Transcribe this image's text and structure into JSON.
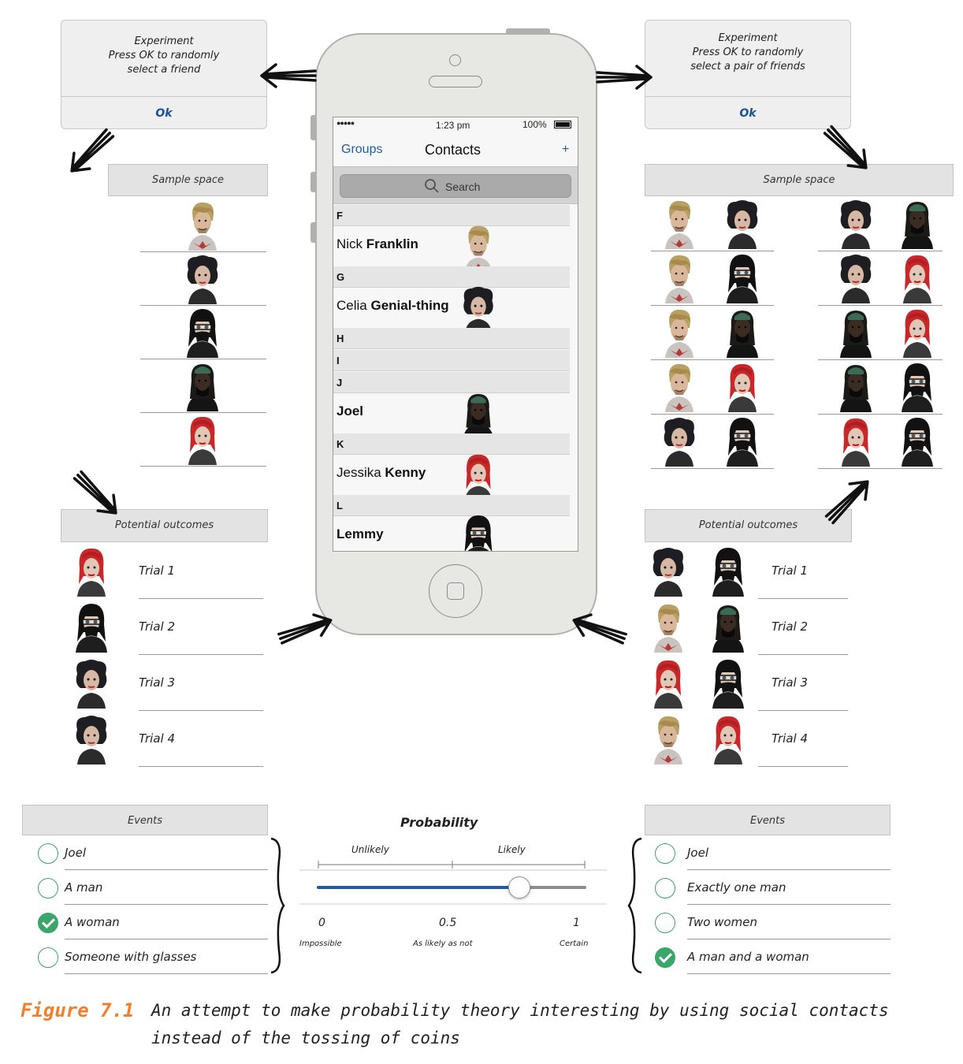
{
  "colors": {
    "blue": "#1f5ca6",
    "green": "#3aa66a",
    "orange": "#f07f2a"
  },
  "left": {
    "dialog": {
      "lines": [
        "Experiment",
        "Press OK to randomly",
        "select a friend"
      ],
      "ok": "Ok"
    },
    "sample_header": "Sample space",
    "sample_faces": [
      "nick",
      "celia",
      "lemmy",
      "joel",
      "jessika"
    ],
    "outcomes_header": "Potential outcomes",
    "outcomes": [
      {
        "face": "jessika",
        "label": "Trial 1"
      },
      {
        "face": "lemmy",
        "label": "Trial 2"
      },
      {
        "face": "celia",
        "label": "Trial 3"
      },
      {
        "face": "celia",
        "label": "Trial 4"
      }
    ],
    "events_header": "Events",
    "events": [
      {
        "label": "Joel",
        "checked": false
      },
      {
        "label": "A man",
        "checked": false
      },
      {
        "label": "A woman",
        "checked": true
      },
      {
        "label": "Someone with glasses",
        "checked": false
      }
    ]
  },
  "right": {
    "dialog": {
      "lines": [
        "Experiment",
        "Press OK to randomly",
        "select a pair of friends"
      ],
      "ok": "Ok"
    },
    "sample_header": "Sample space",
    "sample_pairs_a": [
      [
        "nick",
        "celia"
      ],
      [
        "nick",
        "lemmy"
      ],
      [
        "nick",
        "joel"
      ],
      [
        "nick",
        "jessika"
      ],
      [
        "celia",
        "lemmy"
      ]
    ],
    "sample_pairs_b": [
      [
        "celia",
        "joel"
      ],
      [
        "celia",
        "jessika"
      ],
      [
        "joel",
        "jessika"
      ],
      [
        "joel",
        "lemmy"
      ],
      [
        "jessika",
        "lemmy"
      ]
    ],
    "outcomes_header": "Potential outcomes",
    "outcomes": [
      {
        "faces": [
          "celia",
          "lemmy"
        ],
        "label": "Trial 1"
      },
      {
        "faces": [
          "nick",
          "joel"
        ],
        "label": "Trial 2"
      },
      {
        "faces": [
          "jessika",
          "lemmy"
        ],
        "label": "Trial 3"
      },
      {
        "faces": [
          "nick",
          "jessika"
        ],
        "label": "Trial 4"
      }
    ],
    "events_header": "Events",
    "events": [
      {
        "label": "Joel",
        "checked": false
      },
      {
        "label": "Exactly one man",
        "checked": false
      },
      {
        "label": "Two women",
        "checked": false
      },
      {
        "label": "A man and a woman",
        "checked": true
      }
    ]
  },
  "phone": {
    "status": {
      "signal": "●●●●●",
      "time": "1:23 pm",
      "battery": "100%"
    },
    "nav": {
      "left": "Groups",
      "title": "Contacts",
      "right": "+"
    },
    "search_placeholder": "Search",
    "sections": [
      {
        "letter": "F",
        "contacts": [
          {
            "first": "Nick",
            "last": "Franklin",
            "face": "nick"
          }
        ]
      },
      {
        "letter": "G",
        "contacts": [
          {
            "first": "Celia",
            "last": "Genial-thing",
            "face": "celia"
          }
        ]
      },
      {
        "letter": "H",
        "contacts": []
      },
      {
        "letter": "I",
        "contacts": []
      },
      {
        "letter": "J",
        "contacts": [
          {
            "first": "",
            "last": "Joel",
            "face": "joel"
          }
        ]
      },
      {
        "letter": "K",
        "contacts": [
          {
            "first": "Jessika",
            "last": "Kenny",
            "face": "jessika"
          }
        ]
      },
      {
        "letter": "L",
        "contacts": [
          {
            "first": "",
            "last": "Lemmy",
            "face": "lemmy"
          }
        ]
      }
    ]
  },
  "probability": {
    "title": "Probability",
    "top_labels": [
      "Unlikely",
      "Likely"
    ],
    "value": 0.75,
    "ticks": [
      {
        "value": "0",
        "caption": "Impossible"
      },
      {
        "value": "0.5",
        "caption": "As likely as not"
      },
      {
        "value": "1",
        "caption": "Certain"
      }
    ]
  },
  "caption": {
    "label": "Figure 7.1",
    "text_lines": [
      "An attempt to make probability theory interesting by using social contacts",
      "instead of the tossing of coins"
    ]
  }
}
